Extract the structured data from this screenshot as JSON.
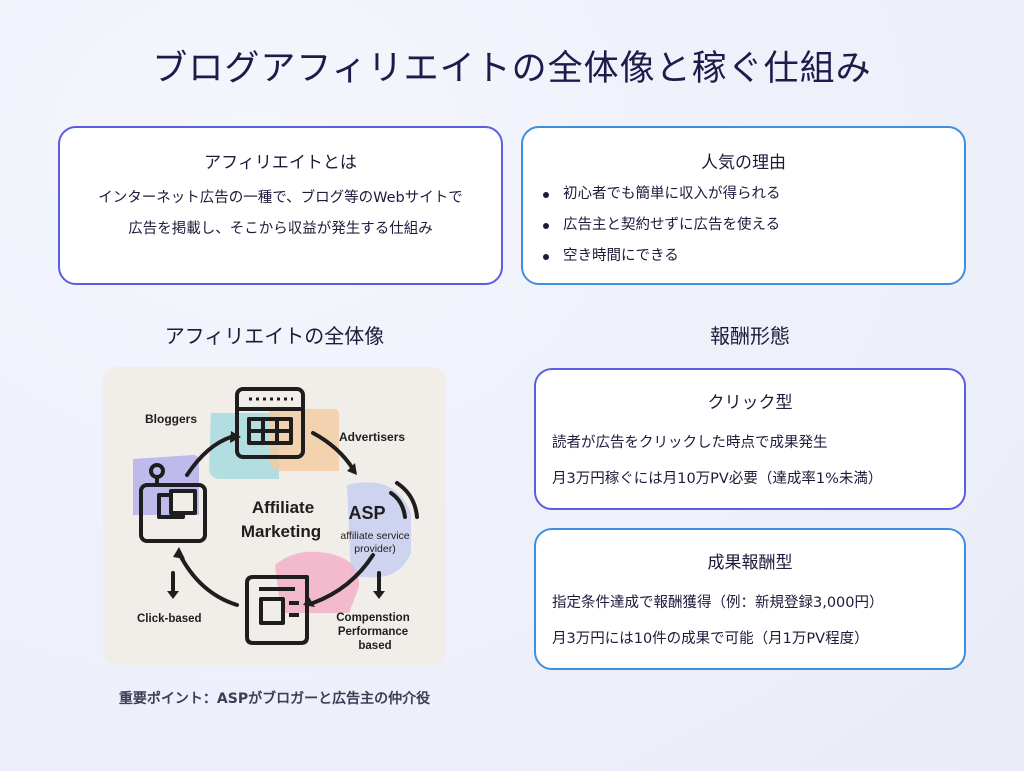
{
  "page": {
    "title": "ブログアフィリエイトの全体像と稼ぐ仕組み"
  },
  "what_is": {
    "heading": "アフィリエイトとは",
    "lines": [
      "インターネット広告の一種で、ブログ等のWebサイトで",
      "広告を掲載し、そこから収益が発生する仕組み"
    ]
  },
  "popularity": {
    "heading": "人気の理由",
    "bullets": [
      "初心者でも簡単に収入が得られる",
      "広告主と契約せずに広告を使える",
      "空き時間にできる"
    ]
  },
  "overview": {
    "heading": "アフィリエイトの全体像",
    "diagram": {
      "center_line1": "Affiliate",
      "center_line2": "Marketing",
      "bloggers": "Bloggers",
      "advertisers": "Advertisers",
      "asp": "ASP",
      "asp_line1": "affiliate service",
      "asp_line2": "provider)",
      "click_based": "Click-based",
      "perf_line1": "Compenstion",
      "perf_line2": "Performance",
      "perf_line3": "based"
    },
    "footnote": "重要ポイント：ASPがブロガーと広告主の仲介役"
  },
  "rewards": {
    "heading": "報酬形態",
    "click": {
      "heading": "クリック型",
      "line1": "読者が広告をクリックした時点で成果発生",
      "line2": "月3万円稼ぐには月10万PV必要（達成率1%未満）"
    },
    "performance": {
      "heading": "成果報酬型",
      "line1": "指定条件達成で報酬獲得（例：新規登録3,000円）",
      "line2": "月3万円には10件の成果で可能（月1万PV程度）"
    }
  },
  "colors": {
    "indigo_border": "#5a5ee2",
    "blue_border": "#3f8fe0",
    "panel_bg": "#f1eee9"
  }
}
